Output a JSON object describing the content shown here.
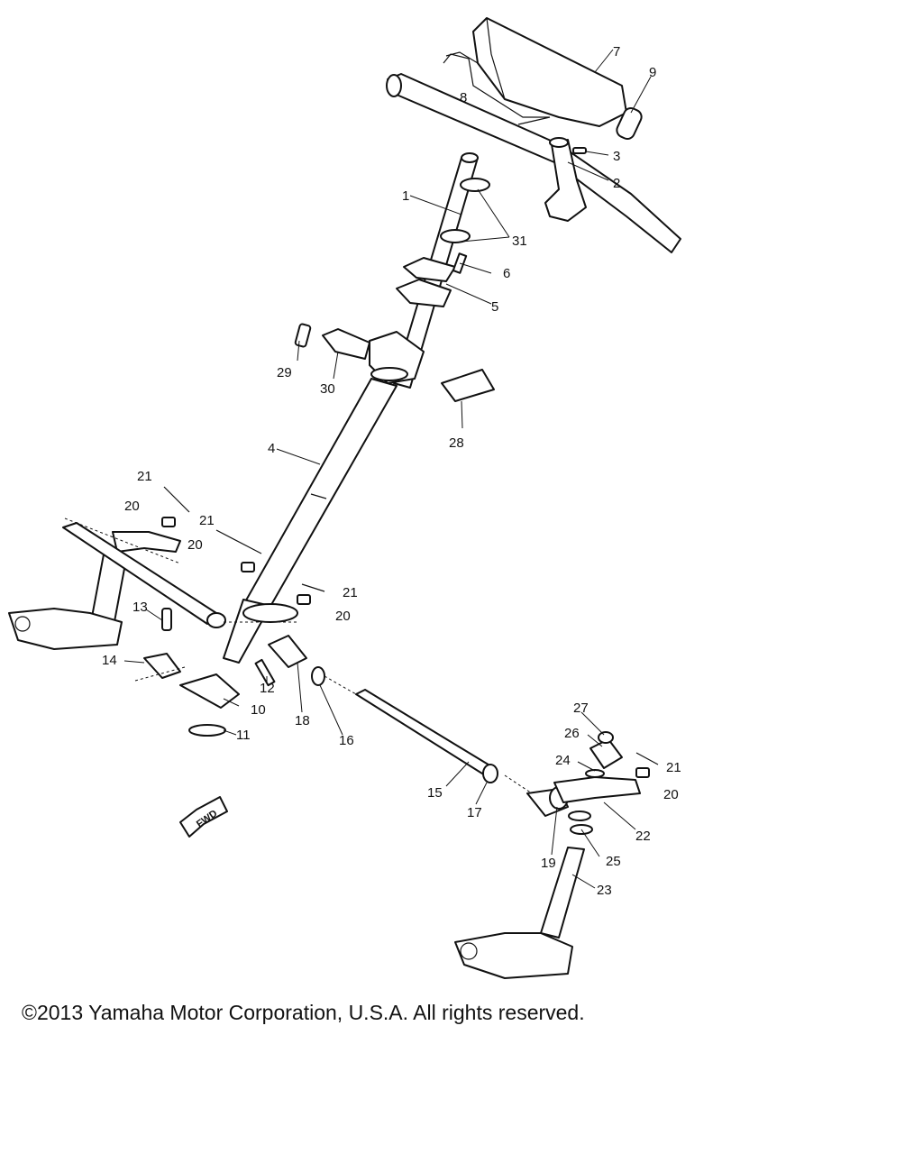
{
  "copyright": "©2013 Yamaha Motor Corporation, U.S.A. All rights reserved.",
  "fwd_label": "FWD",
  "callouts": [
    {
      "id": "c1",
      "text": "1"
    },
    {
      "id": "c2",
      "text": "2"
    },
    {
      "id": "c3",
      "text": "3"
    },
    {
      "id": "c4",
      "text": "4"
    },
    {
      "id": "c5",
      "text": "5"
    },
    {
      "id": "c6",
      "text": "6"
    },
    {
      "id": "c7",
      "text": "7"
    },
    {
      "id": "c8",
      "text": "8"
    },
    {
      "id": "c9",
      "text": "9"
    },
    {
      "id": "c10",
      "text": "10"
    },
    {
      "id": "c11",
      "text": "11"
    },
    {
      "id": "c12",
      "text": "12"
    },
    {
      "id": "c13",
      "text": "13"
    },
    {
      "id": "c14",
      "text": "14"
    },
    {
      "id": "c15",
      "text": "15"
    },
    {
      "id": "c16",
      "text": "16"
    },
    {
      "id": "c17",
      "text": "17"
    },
    {
      "id": "c18",
      "text": "18"
    },
    {
      "id": "c19",
      "text": "19"
    },
    {
      "id": "c20a",
      "text": "20"
    },
    {
      "id": "c20b",
      "text": "20"
    },
    {
      "id": "c20c",
      "text": "20"
    },
    {
      "id": "c20d",
      "text": "20"
    },
    {
      "id": "c21a",
      "text": "21"
    },
    {
      "id": "c21b",
      "text": "21"
    },
    {
      "id": "c21c",
      "text": "21"
    },
    {
      "id": "c21d",
      "text": "21"
    },
    {
      "id": "c22",
      "text": "22"
    },
    {
      "id": "c23",
      "text": "23"
    },
    {
      "id": "c24",
      "text": "24"
    },
    {
      "id": "c25",
      "text": "25"
    },
    {
      "id": "c26",
      "text": "26"
    },
    {
      "id": "c27",
      "text": "27"
    },
    {
      "id": "c28",
      "text": "28"
    },
    {
      "id": "c29",
      "text": "29"
    },
    {
      "id": "c30",
      "text": "30"
    },
    {
      "id": "c31",
      "text": "31"
    }
  ]
}
